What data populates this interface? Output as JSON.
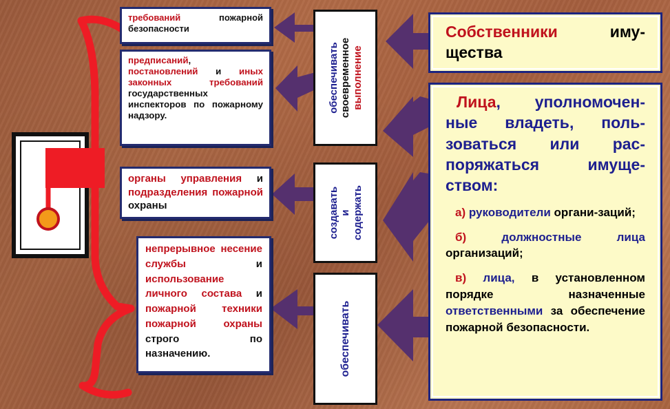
{
  "owners": {
    "word": "Собственники",
    "tail": "иму-",
    "line2": "щества"
  },
  "persons": {
    "head_red": "Лица",
    "head_rest": ", уполномочен-ные владеть, поль-зоваться или рас-поряжаться имуще-ством:",
    "a_letter": "а)",
    "a_blue": "руководители",
    "a_rest": "органи-заций;",
    "b_letter": "б)",
    "b_blue": "должностные лица",
    "b_rest": "организаций;",
    "c_letter": "в)",
    "c_blue1": "лица,",
    "c_rest1": "в установленном порядке назначенные",
    "c_blue2": "ответственными",
    "c_rest2": "за обеспечение пожарной безопасности."
  },
  "actions": {
    "ensure_timely": {
      "line1": "обеспечивать",
      "line2": "своевременное",
      "line3": "выполнение"
    },
    "create_keep": {
      "line1": "создавать",
      "line2": "и",
      "line3": "содержать"
    },
    "ensure": {
      "line1": "обеспечивать"
    }
  },
  "items": {
    "req": {
      "red": "требований",
      "rest": "пожарной безопасности"
    },
    "orders": {
      "red1": "предписаний",
      "sep1": ",",
      "red2": "постановлений",
      "and": "и",
      "red3": "иных законных требований",
      "rest": "государственных инспекторов по пожарному надзору."
    },
    "bodies": {
      "red1": "органы управления",
      "and": "и",
      "red2": "подразделения пожарной",
      "rest": "охраны"
    },
    "service": {
      "red1": "непрерывное несение службы",
      "and1": "и",
      "red2": "использование личного состава",
      "and2": "и",
      "red3": "пожарной техники пожарной охраны",
      "rest": "строго по назначению."
    }
  },
  "colors": {
    "arrow": "#55306e",
    "bracket": "#ee1c25",
    "navy": "#1d1f8f",
    "red": "#c0121d"
  }
}
